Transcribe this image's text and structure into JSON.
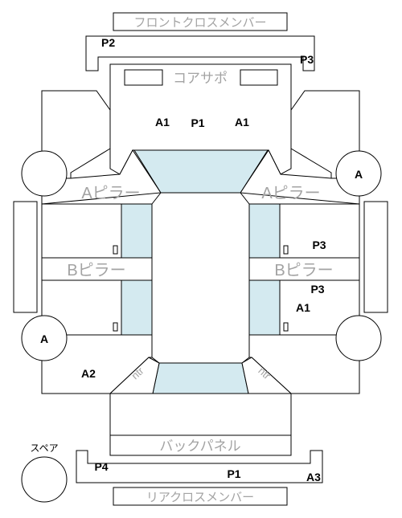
{
  "labels": {
    "front_cross_member": "フロントクロスメンバー",
    "core_support": "コアサポ",
    "a_pillar": "Aピラー",
    "b_pillar": "Bピラー",
    "back_panel": "バックパネル",
    "rear_cross_member": "リアクロスメンバー",
    "spare": "スペア",
    "trunk_left": "ntr",
    "trunk_right": "ntr"
  },
  "codes": {
    "front_member_left": "P2",
    "front_member_right": "P3",
    "core_left": "A1",
    "core_mid": "P1",
    "core_right": "A1",
    "wheel_front_right": "A",
    "wheel_rear_left": "A",
    "right_pillar_upper": "P3",
    "right_pillar_lower": "P3",
    "right_rear_door": "A1",
    "rear_quarter_left": "A2",
    "rear_member_left": "P4",
    "rear_member_mid": "P1",
    "rear_member_right": "A3"
  },
  "colors": {
    "glass": "#d4eaf0",
    "ghost_text": "#a3a3a3",
    "line": "#000000"
  }
}
